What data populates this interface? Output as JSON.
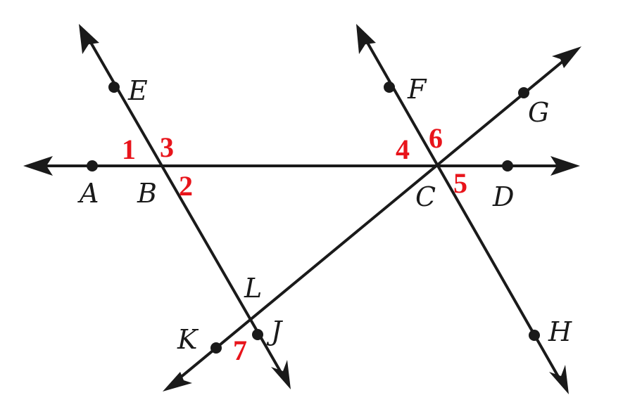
{
  "colors": {
    "ink": "#1a1a1a",
    "angle_number": "#e8141b",
    "background": "#ffffff"
  },
  "points": {
    "A": "A",
    "B": "B",
    "C": "C",
    "D": "D",
    "E": "E",
    "F": "F",
    "G": "G",
    "H": "H",
    "J": "J",
    "K": "K",
    "L": "L"
  },
  "angles": {
    "a1": "1",
    "a2": "2",
    "a3": "3",
    "a4": "4",
    "a5": "5",
    "a6": "6",
    "a7": "7"
  }
}
